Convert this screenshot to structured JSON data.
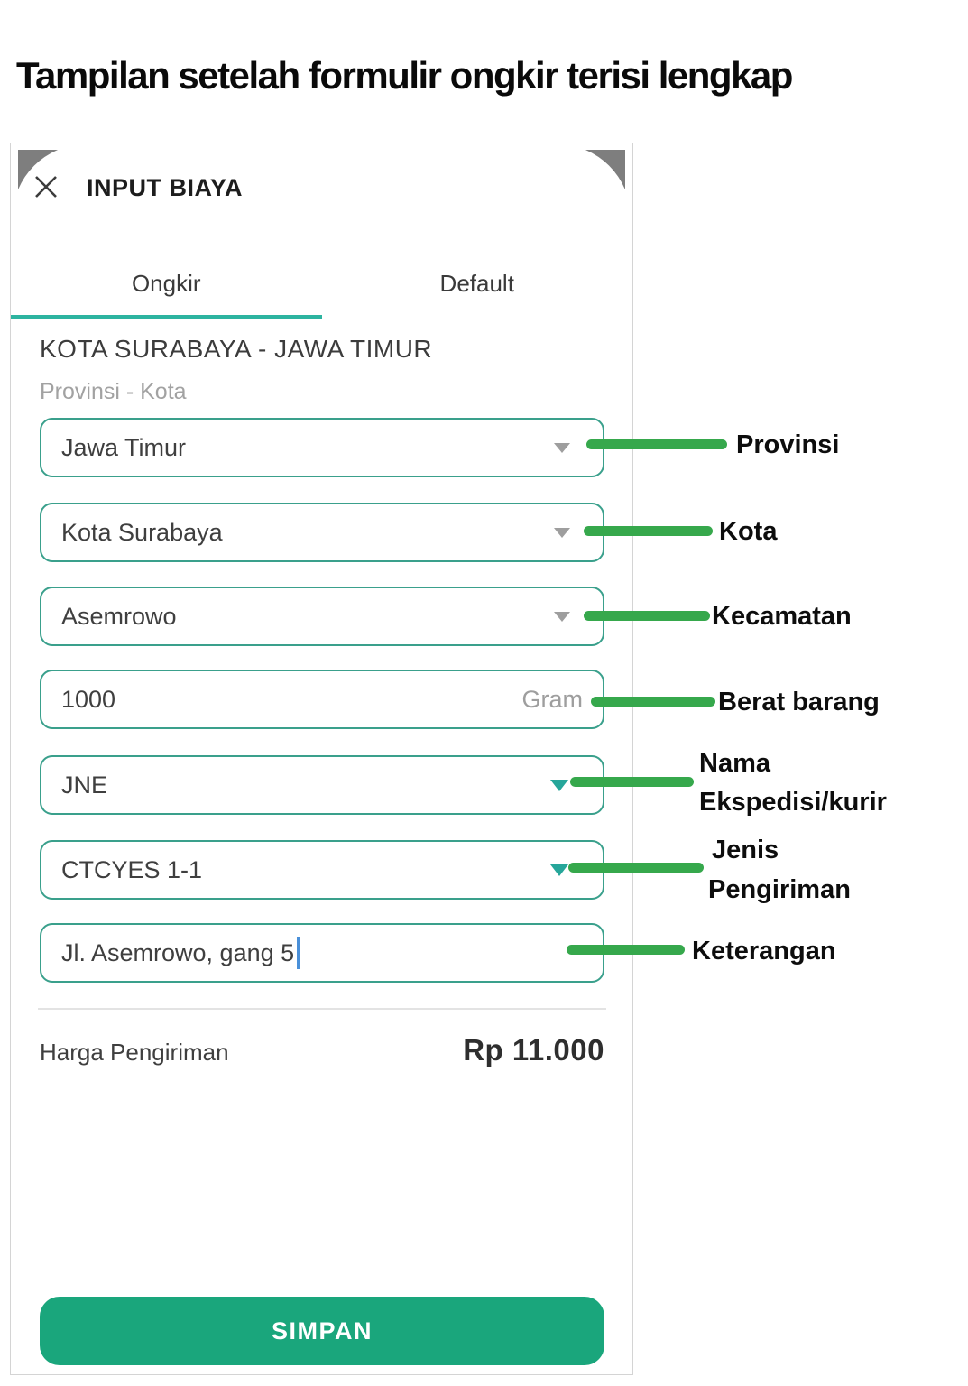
{
  "page_title": "Tampilan setelah formulir ongkir terisi lengkap",
  "modal": {
    "title": "INPUT BIAYA",
    "tabs": [
      {
        "label": "Ongkir",
        "active": true
      },
      {
        "label": "Default",
        "active": false
      }
    ],
    "location": {
      "heading": "KOTA SURABAYA - JAWA TIMUR",
      "subtitle": "Provinsi - Kota"
    },
    "fields": {
      "provinsi": {
        "value": "Jawa Timur"
      },
      "kota": {
        "value": "Kota Surabaya"
      },
      "kecamatan": {
        "value": "Asemrowo"
      },
      "berat": {
        "value": "1000",
        "unit": "Gram"
      },
      "ekspedisi": {
        "value": "JNE"
      },
      "jenis": {
        "value": "CTCYES 1-1"
      },
      "keterangan": {
        "value": "Jl. Asemrowo, gang 5"
      }
    },
    "price": {
      "label": "Harga Pengiriman",
      "value": "Rp 11.000"
    },
    "save_button_label": "SIMPAN"
  },
  "annotations": [
    {
      "label": "Provinsi"
    },
    {
      "label": "Kota"
    },
    {
      "label": "Kecamatan"
    },
    {
      "label": "Berat barang"
    },
    {
      "lines": [
        "Nama",
        "Ekspedisi/kurir"
      ]
    },
    {
      "lines": [
        "Jenis",
        "Pengiriman"
      ]
    },
    {
      "label": "Keterangan"
    }
  ],
  "colors": {
    "tab_underline_teal": "#2db4a0",
    "field_border_teal": "#3aa08c",
    "dropdown_arrow_teal": "#26a69a",
    "dropdown_arrow_gray": "#9e9e9e",
    "annotation_green": "#36a84c",
    "save_button_bg": "#1aa67c",
    "text_cursor_blue": "#4a90d9"
  }
}
